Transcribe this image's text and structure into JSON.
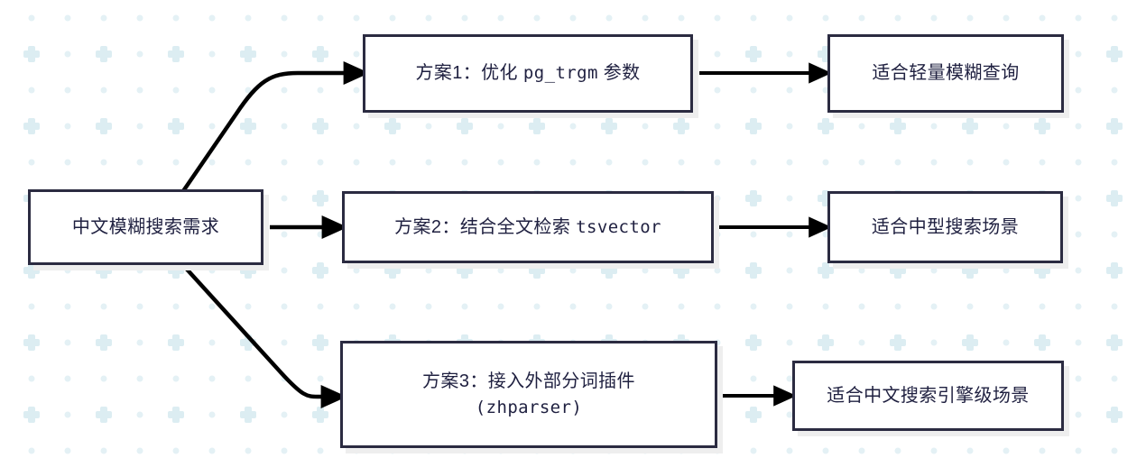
{
  "diagram": {
    "type": "flowchart",
    "direction": "left-to-right",
    "background": {
      "color": "#ffffff",
      "pattern": "dot-and-cross-grid",
      "pattern_color": "#dff0f4"
    },
    "style": {
      "node_fill": "#ffffff",
      "node_border": "#2b2b41",
      "node_shadow": "#eeeeee",
      "text_color": "#1f2040",
      "edge_color": "#000000"
    },
    "nodes": {
      "root": {
        "id": "root",
        "label": "中文模糊搜索需求",
        "role": "requirement"
      },
      "option1": {
        "id": "option1",
        "label_prefix": "方案1：优化 ",
        "label_code": "pg_trgm",
        "label_suffix": " 参数",
        "label": "方案1：优化 pg_trgm 参数",
        "role": "solution"
      },
      "option2": {
        "id": "option2",
        "label_prefix": "方案2：结合全文检索 ",
        "label_code": "tsvector",
        "label_suffix": "",
        "label": "方案2：结合全文检索 tsvector",
        "role": "solution"
      },
      "option3": {
        "id": "option3",
        "label_line1": "方案3：接入外部分词插件",
        "label_code": "(zhparser)",
        "label": "方案3：接入外部分词插件 (zhparser)",
        "role": "solution"
      },
      "result1": {
        "id": "result1",
        "label": "适合轻量模糊查询",
        "role": "outcome"
      },
      "result2": {
        "id": "result2",
        "label": "适合中型搜索场景",
        "role": "outcome"
      },
      "result3": {
        "id": "result3",
        "label": "适合中文搜索引擎级场景",
        "role": "outcome"
      }
    },
    "edges": [
      {
        "from": "root",
        "to": "option1",
        "shape": "curved",
        "arrow": "triangle"
      },
      {
        "from": "root",
        "to": "option2",
        "shape": "straight",
        "arrow": "triangle"
      },
      {
        "from": "root",
        "to": "option3",
        "shape": "curved",
        "arrow": "triangle"
      },
      {
        "from": "option1",
        "to": "result1",
        "shape": "straight",
        "arrow": "triangle"
      },
      {
        "from": "option2",
        "to": "result2",
        "shape": "straight",
        "arrow": "triangle"
      },
      {
        "from": "option3",
        "to": "result3",
        "shape": "straight",
        "arrow": "triangle"
      }
    ]
  }
}
